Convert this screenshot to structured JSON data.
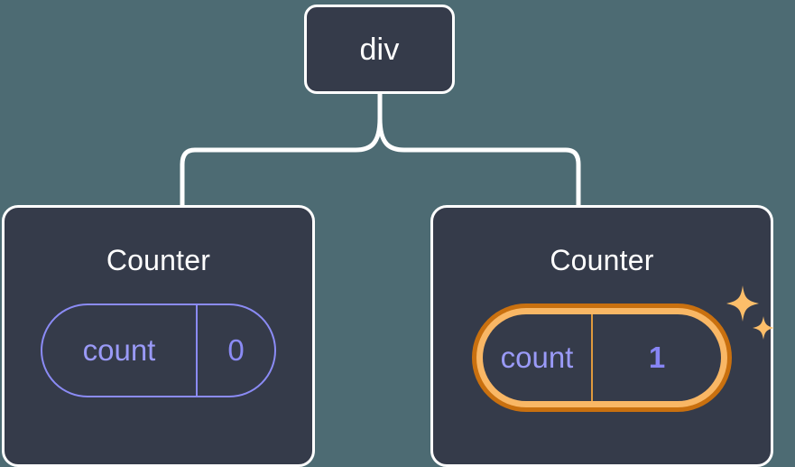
{
  "diagram": {
    "type": "component-tree",
    "background_color": "#4d6b73",
    "node_fill": "#353b4a",
    "node_border": "#ffffff",
    "connector_color": "#ffffff",
    "accent_state": "#8b8bf5",
    "accent_highlight_outer": "#c9700f",
    "accent_highlight_inner": "#f9b765",
    "root": {
      "label": "div"
    },
    "children": [
      {
        "label": "Counter",
        "state": {
          "key": "count",
          "value": "0"
        },
        "highlighted": false
      },
      {
        "label": "Counter",
        "state": {
          "key": "count",
          "value": "1"
        },
        "highlighted": true,
        "sparkle_icons": [
          "sparkle-large",
          "sparkle-small"
        ]
      }
    ]
  }
}
